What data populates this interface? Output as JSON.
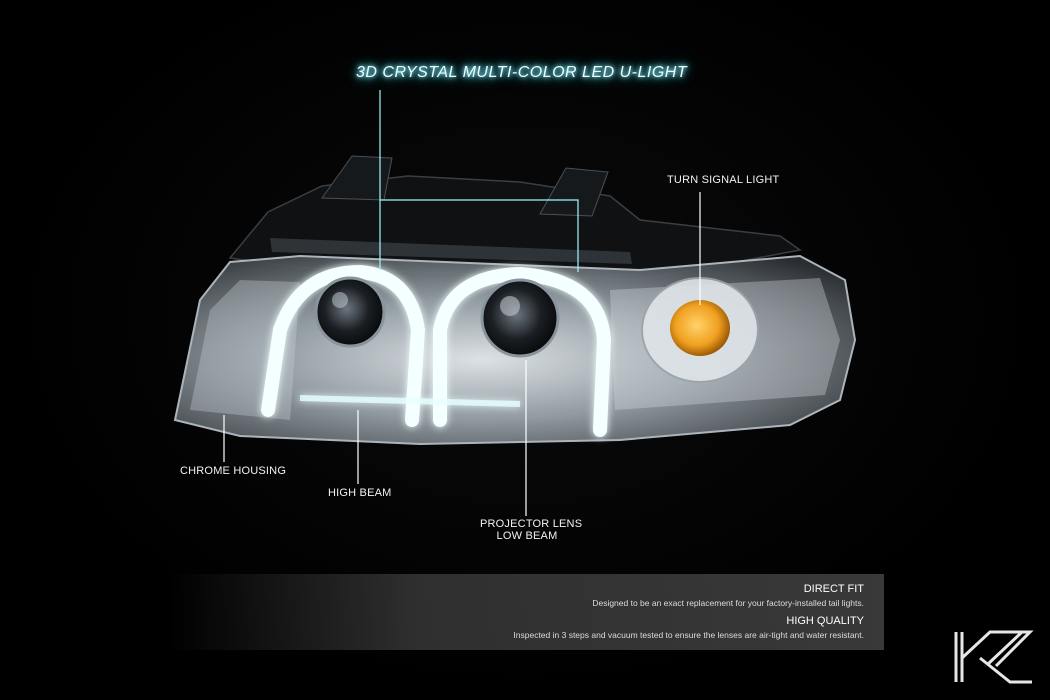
{
  "headline": "3D CRYSTAL MULTI-COLOR LED U-LIGHT",
  "callouts": {
    "turn_signal": "TURN SIGNAL LIGHT",
    "chrome_housing": "CHROME HOUSING",
    "high_beam": "HIGH BEAM",
    "projector_line1": "PROJECTOR LENS",
    "projector_line2": "LOW BEAM"
  },
  "features": [
    {
      "title": "DIRECT FIT",
      "description": "Designed to be an exact replacement for your factory-installed tail lights."
    },
    {
      "title": "HIGH QUALITY",
      "description": "Inspected in 3 steps and vacuum tested to ensure the lenses are air-tight and water resistant."
    }
  ],
  "colors": {
    "background": "#000000",
    "glow": "#5ee9ff",
    "amber": "#f0a020",
    "chrome": "#cfd6dc"
  },
  "logo": {
    "icon": "kz-logo-icon"
  }
}
